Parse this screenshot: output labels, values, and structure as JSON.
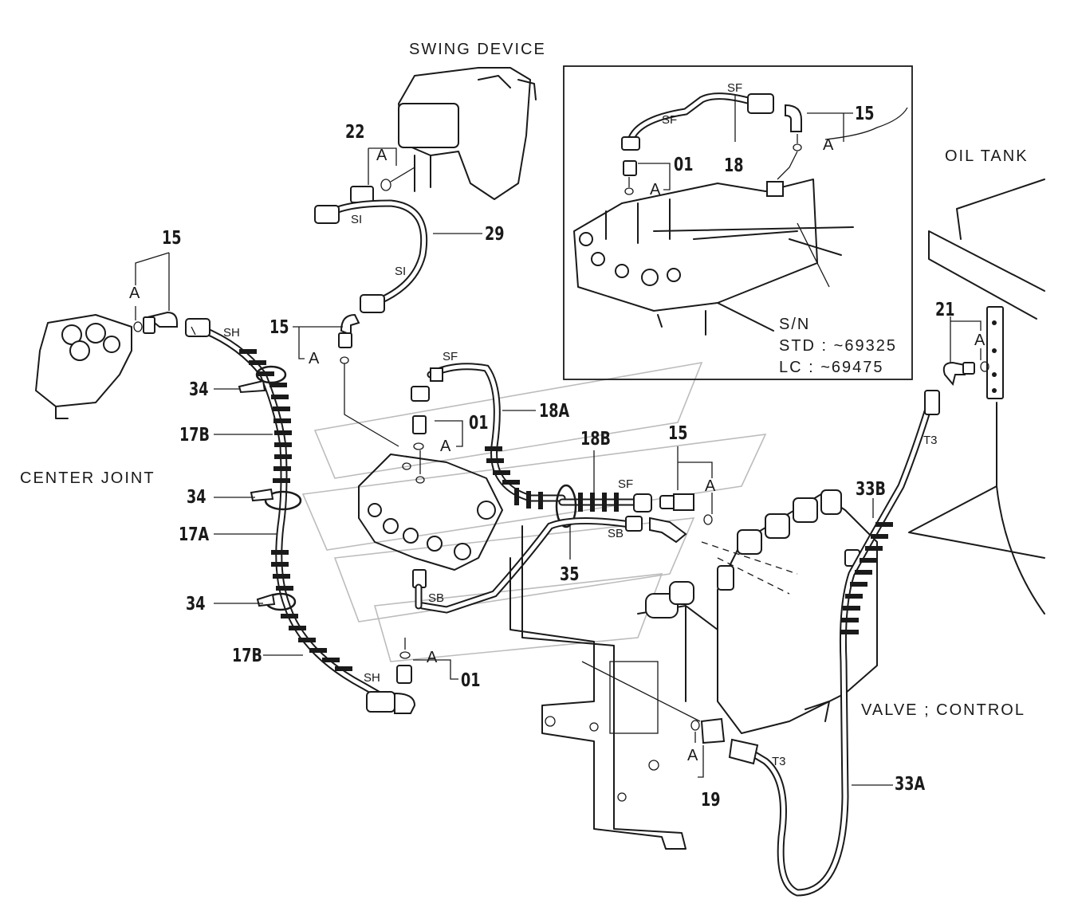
{
  "labels": {
    "swing_device": "SWING DEVICE",
    "oil_tank": "OIL TANK",
    "center_joint": "CENTER JOINT",
    "valve_control": "VALVE ; CONTROL"
  },
  "inset": {
    "sn_line1": "S/N",
    "sn_line2": "STD :   ~69325",
    "sn_line3": "LC  :   ~69475"
  },
  "parts": {
    "p15": "15",
    "p22": "22",
    "p29": "29",
    "p34": "34",
    "p17A": "17A",
    "p17B": "17B",
    "p18": "18",
    "p18A": "18A",
    "p18B": "18B",
    "p01": "01",
    "p35": "35",
    "p19": "19",
    "p21": "21",
    "p33A": "33A",
    "p33B": "33B"
  },
  "hose_ends": {
    "SF": "SF",
    "SI": "SI",
    "SH": "SH",
    "SB": "SB",
    "T3": "T3"
  },
  "oring_mark": "A"
}
